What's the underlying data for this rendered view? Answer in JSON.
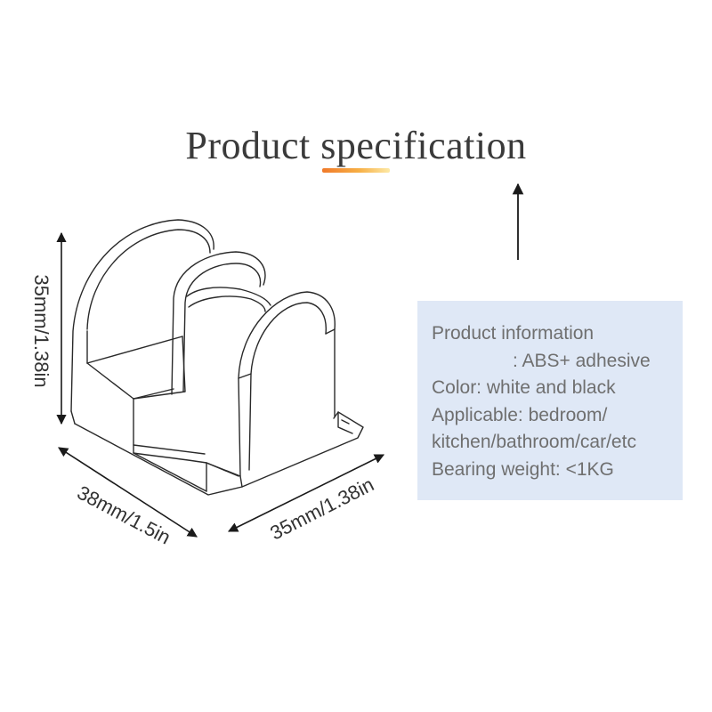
{
  "title": "Product specification",
  "dimensions": {
    "height": "35mm/1.38in",
    "width": "38mm/1.5in",
    "depth": "35mm/1.38in"
  },
  "info": {
    "heading": "Product information",
    "material": ": ABS+ adhesive",
    "color": "Color: white and black",
    "applicable_1": "Applicable: bedroom/",
    "applicable_2": "kitchen/bathroom/car/etc",
    "bearing": "Bearing weight: <1KG"
  },
  "colors": {
    "info_box_bg": "#dfe8f6",
    "accent_start": "#f07a2a",
    "accent_end": "#fde9a6",
    "line_art": "#2a2a2a"
  }
}
